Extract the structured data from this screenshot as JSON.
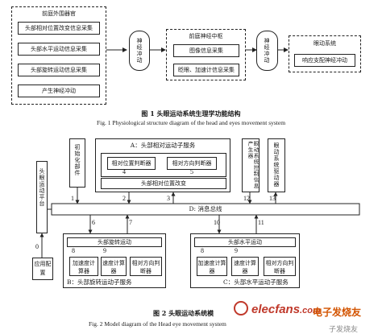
{
  "fig1": {
    "peripheral_title": "前庭外围器官",
    "peripheral_items": [
      "头部相对位置改变信息采集",
      "头部水平运动信息采集",
      "头部旋转运动信息采集",
      "产生神经冲动"
    ],
    "nerve_left": "神经冲动",
    "central_title": "前庭神经中枢",
    "central_items": [
      "图像信息采集",
      "眨眼、加速计信息采集"
    ],
    "nerve_right": "神经冲动",
    "eye_title": "眼动系统",
    "eye_item": "响应支配神经冲动",
    "caption_cn": "图 1   头眼运动系统生理学功能结构",
    "caption_en": "Fig. 1   Physiological structure diagram of the head and eyes movement system"
  },
  "fig2": {
    "platform": "头眼运动平台",
    "app_config": "应用配置",
    "init": "初始化部件",
    "serviceA": {
      "title": "A：头部相对运动子服务",
      "judge_pos": "相对位置判断器",
      "judge_dir": "相对方向判断器",
      "change": "头部相对位置改变"
    },
    "eye_ctrl": "眼动系统控制信息产生器",
    "eye_drive": "眼动系统驱动器",
    "bus": "D: 消息总线",
    "serviceB": {
      "inner_title": "头部旋转运动",
      "items": [
        "加速度计算器",
        "速度计算器",
        "相对方向判断器"
      ],
      "label": "B：头部旋转运动子服务"
    },
    "serviceC": {
      "inner_title": "头部水平运动",
      "items": [
        "加速度计算器",
        "速度计算器",
        "相对方向判断器"
      ],
      "label": "C：头部水平运动子服务"
    },
    "numbers": [
      "0",
      "1",
      "2",
      "3",
      "4",
      "5",
      "6",
      "7",
      "8",
      "9",
      "10",
      "11",
      "12",
      "13"
    ],
    "caption_cn": "图 2   头眼运动系统模",
    "caption_en": "Fig. 2   Model diagram of the Head eye movement system"
  },
  "watermark": {
    "brand": "elecfans",
    "suffix": ".com",
    "cn": "电子发烧友",
    "cn2": "子发烧友"
  }
}
